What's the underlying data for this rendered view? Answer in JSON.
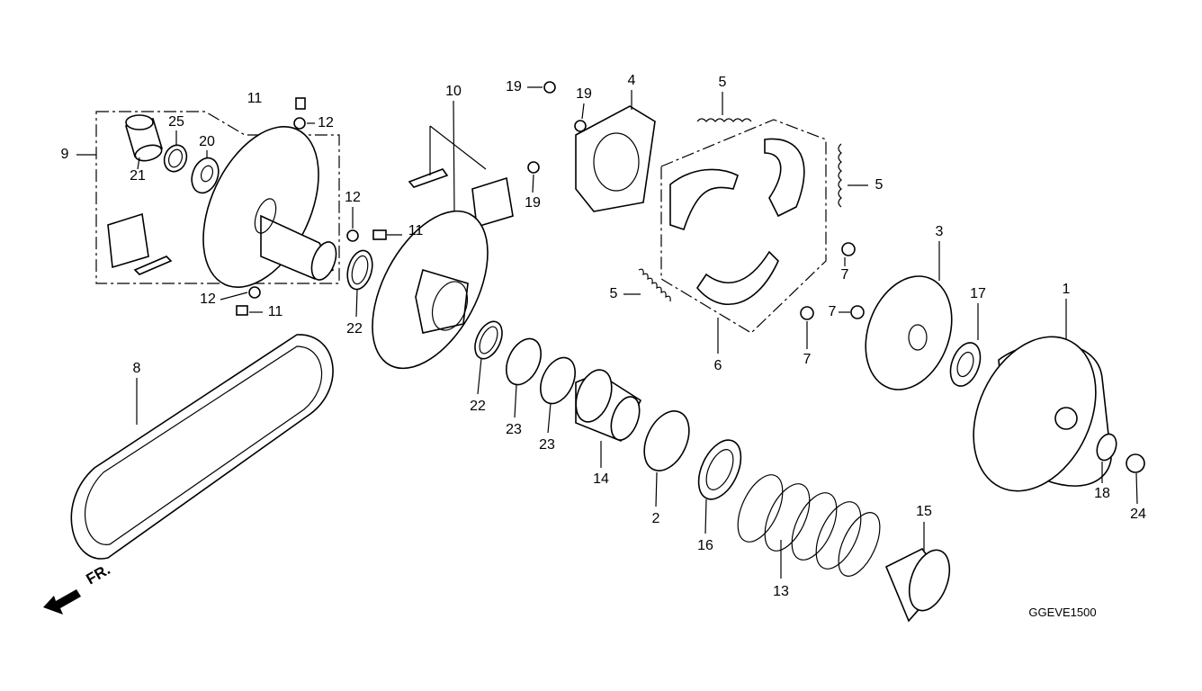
{
  "diagram": {
    "code": "GGEVE1500",
    "direction_marker": "FR.",
    "callouts": {
      "c11a": "11",
      "c12a": "12",
      "c9": "9",
      "c25": "25",
      "c20": "20",
      "c21": "21",
      "c12b": "12",
      "c11b": "11",
      "c12c": "12",
      "c11c": "11",
      "c22a": "22",
      "c10": "10",
      "c19a": "19",
      "c19b": "19",
      "c19c": "19",
      "c4": "4",
      "c5a": "5",
      "c5b": "5",
      "c5c": "5",
      "c3": "3",
      "c7a": "7",
      "c7b": "7",
      "c7c": "7",
      "c6": "6",
      "c17": "17",
      "c1": "1",
      "c8": "8",
      "c22b": "22",
      "c23a": "23",
      "c23b": "23",
      "c14": "14",
      "c2": "2",
      "c16": "16",
      "c13": "13",
      "c15": "15",
      "c18": "18",
      "c24": "24"
    }
  }
}
